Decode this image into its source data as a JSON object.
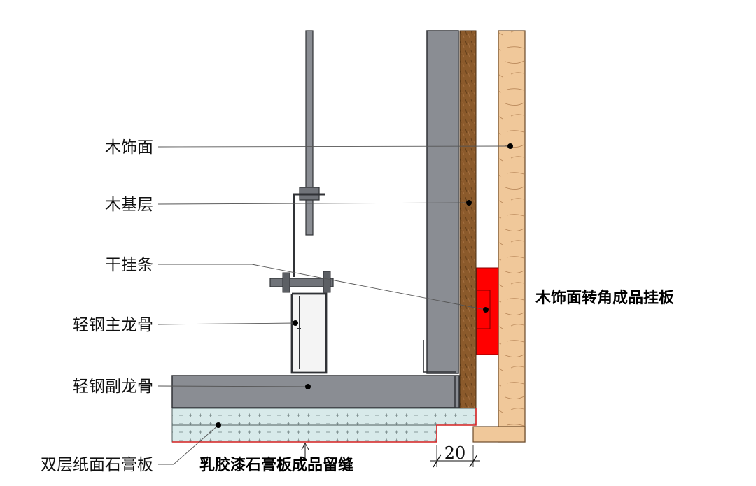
{
  "labels": {
    "wood_finish": "木饰面",
    "wood_base": "木基层",
    "hanging_strip": "干挂条",
    "main_keel": "轻钢主龙骨",
    "sub_keel": "轻钢副龙骨",
    "gypsum_board": "双层纸面石膏板",
    "corner_panel": "木饰面转角成品挂板",
    "reveal_gap": "乳胶漆石膏板成品留缝",
    "dimension": "20"
  },
  "colors": {
    "keel_gray": "#8a8d93",
    "wood_base_brown": "#8b5a2b",
    "wood_finish": "#f0c89a",
    "gypsum_fill": "#d8eaea",
    "hanging_strip_red": "#ff0000",
    "reveal_red": "#d42020"
  }
}
